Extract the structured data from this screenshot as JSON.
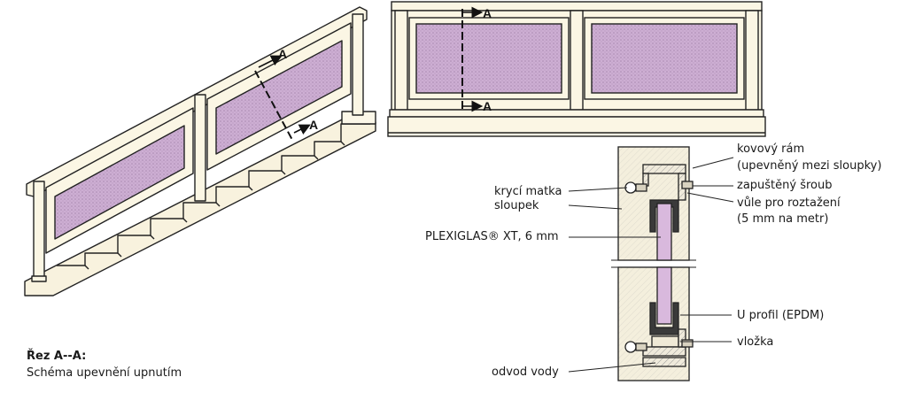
{
  "section_marks": {
    "a_top": "A",
    "a_bottom": "A",
    "a_stair_top": "A",
    "a_stair_bottom": "A"
  },
  "caption": {
    "line1": "Řez A--A:",
    "line2": "Schéma upevnění upnutím"
  },
  "labels": {
    "metal_frame": "kovový rám",
    "metal_frame_note": "(upevněný mezi sloupky)",
    "countersunk_screw": "zapuštěný šroub",
    "expansion_gap": "vůle pro roztažení",
    "expansion_gap_note": "(5 mm na metr)",
    "cap_nut": "krycí matka",
    "post": "sloupek",
    "plexiglas": "PLEXIGLAS® XT, 6 mm",
    "u_profile": "U profil (EPDM)",
    "insert": "vložka",
    "drain": "odvod vody"
  },
  "colors": {
    "panel_fill": "#c9a9cf",
    "frame_fill": "#fbf6e4",
    "line": "#222222",
    "gasket": "#3a3a3a"
  }
}
